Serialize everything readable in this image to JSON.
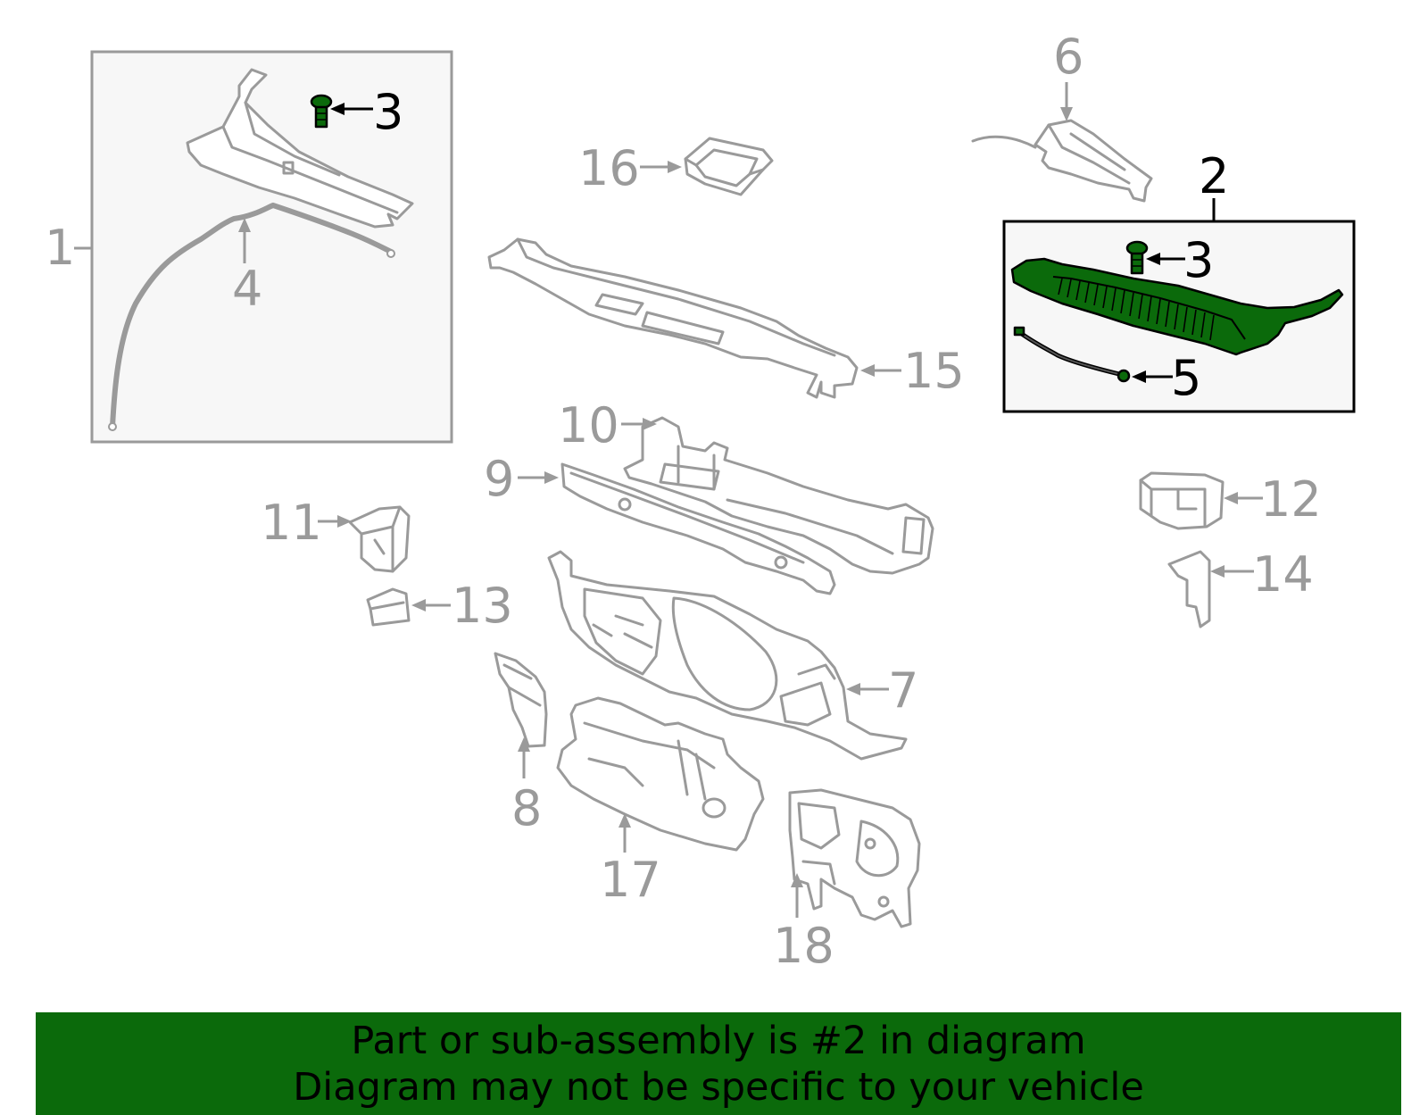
{
  "callouts": {
    "c1": "1",
    "c2": "2",
    "c3a": "3",
    "c3b": "3",
    "c4": "4",
    "c5": "5",
    "c6": "6",
    "c7": "7",
    "c8": "8",
    "c9": "9",
    "c10": "10",
    "c11": "11",
    "c12": "12",
    "c13": "13",
    "c14": "14",
    "c15": "15",
    "c16": "16",
    "c17": "17",
    "c18": "18"
  },
  "colors": {
    "highlight": "#0b6a0b",
    "muted": "#9a9a9a",
    "box_fill": "#f7f7f7"
  },
  "banner": {
    "line1": "Part or sub-assembly is #2 in diagram",
    "line2": "Diagram may not be specific to your vehicle"
  }
}
